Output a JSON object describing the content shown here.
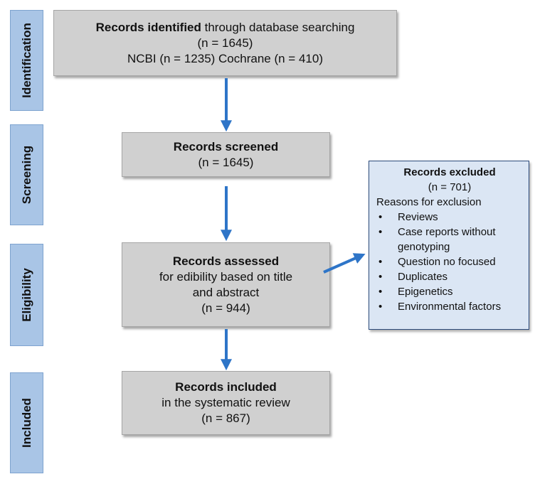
{
  "stages": [
    "Identification",
    "Screening",
    "Eligibility",
    "Included"
  ],
  "identification": {
    "bold": "Records identified",
    "rest": " through database searching",
    "count": "(n = 1645)",
    "sources": "NCBI (n = 1235) Cochrane (n = 410)"
  },
  "screening": {
    "title": "Records screened",
    "count": "(n = 1645)"
  },
  "eligibility": {
    "title": "Records assessed",
    "line2": "for edibility based on title",
    "line3": "and abstract",
    "count": "(n = 944)"
  },
  "included": {
    "title": "Records included",
    "line2": "in the systematic review",
    "count": "(n = 867)"
  },
  "excluded": {
    "title": "Records excluded",
    "count": "(n = 701)",
    "reasons_label": "Reasons for exclusion",
    "reasons": [
      "Reviews",
      "Case reports without genotyping",
      "Question no focused",
      "Duplicates",
      "Epigenetics",
      "Environmental factors"
    ]
  },
  "colors": {
    "stage_fill": "#a9c5e6",
    "box_fill": "#d0d0d0",
    "excluded_fill": "#dbe6f4",
    "arrow": "#2e75c8"
  }
}
